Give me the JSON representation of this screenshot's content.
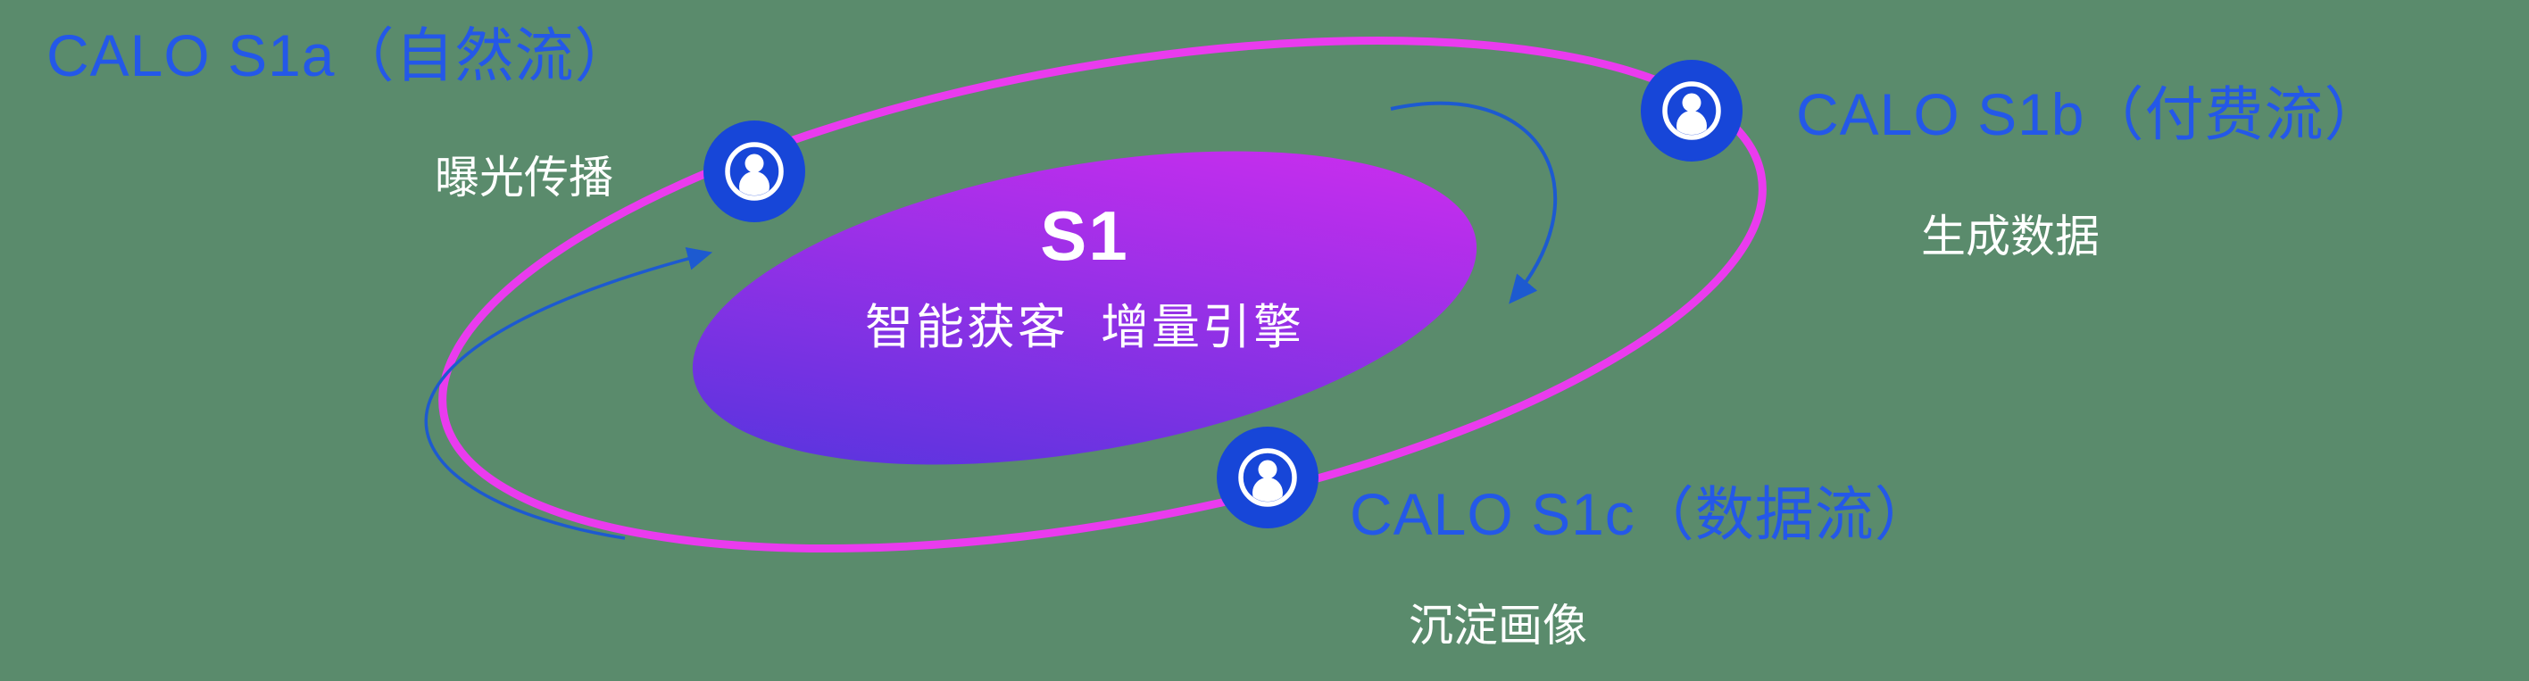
{
  "colors": {
    "bg": "#5a8b6c",
    "title-blue": "#2458e8",
    "orbit-pink": "#ea3bee",
    "core-grad-start": "#4a35dc",
    "core-grad-end": "#d92cf0",
    "icon-bg": "#1746d8",
    "arrow": "#1d5ad0"
  },
  "center": {
    "title": "S1",
    "subtitle": "智能获客  增量引擎"
  },
  "labels": {
    "s1a": {
      "title": "CALO S1a（自然流）",
      "subtitle": "曝光传播"
    },
    "s1b": {
      "title": "CALO S1b（付费流）",
      "subtitle": "生成数据"
    },
    "s1c": {
      "title": "CALO S1c（数据流）",
      "subtitle": "沉淀画像"
    }
  },
  "icons": {
    "s1a": "user-icon",
    "s1b": "user-icon",
    "s1c": "user-icon"
  }
}
